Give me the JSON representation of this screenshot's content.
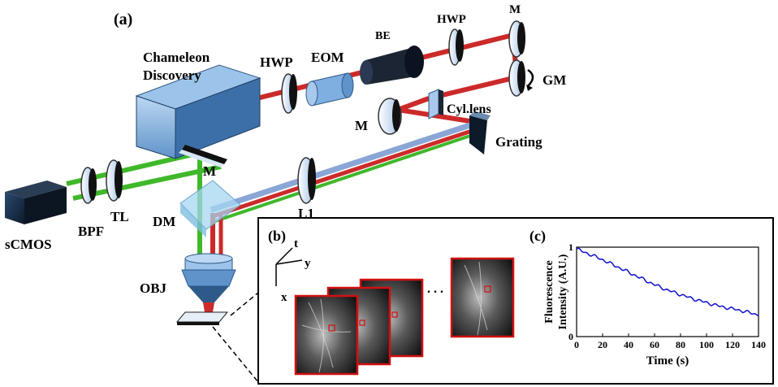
{
  "panels": {
    "a": "(a)",
    "b": "(b)",
    "c": "(c)"
  },
  "components": {
    "laser_line1": "Chameleon",
    "laser_line2": "Discovery",
    "hwp1": "HWP",
    "eom": "EOM",
    "be": "BE",
    "hwp2": "HWP",
    "m_top": "M",
    "gm": "GM",
    "cyl_lens": "Cyl.lens",
    "m_mid": "M",
    "grating": "Grating",
    "m_left": "M",
    "l1": "L1",
    "dm": "DM",
    "tl": "TL",
    "bpf": "BPF",
    "scmos": "sCMOS",
    "obj": "OBJ"
  },
  "inset_b": {
    "axis_t": "t",
    "axis_y": "y",
    "axis_x": "x",
    "ellipsis": ". . ."
  },
  "chart_data": {
    "type": "line",
    "title": "",
    "xlabel": "Time (s)",
    "ylabel_line1": "Fluorescence",
    "ylabel_line2": "Intensity (A.U.)",
    "xlim": [
      0,
      140
    ],
    "ylim": [
      0,
      1
    ],
    "x_ticks": [
      "0",
      "20",
      "40",
      "60",
      "80",
      "100",
      "120",
      "140"
    ],
    "y_ticks": [
      "0",
      "1"
    ],
    "line_color": "#1010d0",
    "series": [
      {
        "x": [
          0,
          10,
          20,
          30,
          40,
          50,
          60,
          70,
          80,
          90,
          100,
          110,
          120,
          130,
          140
        ],
        "values": [
          0.98,
          0.92,
          0.86,
          0.79,
          0.72,
          0.65,
          0.58,
          0.52,
          0.47,
          0.42,
          0.38,
          0.34,
          0.31,
          0.28,
          0.24
        ]
      }
    ]
  },
  "colors": {
    "beam_red": "#cc2a2a",
    "beam_green": "#3fb82a",
    "beam_blue": "#8aa6d6",
    "component_blue": "#7faee0",
    "frame_red": "#d01010"
  }
}
